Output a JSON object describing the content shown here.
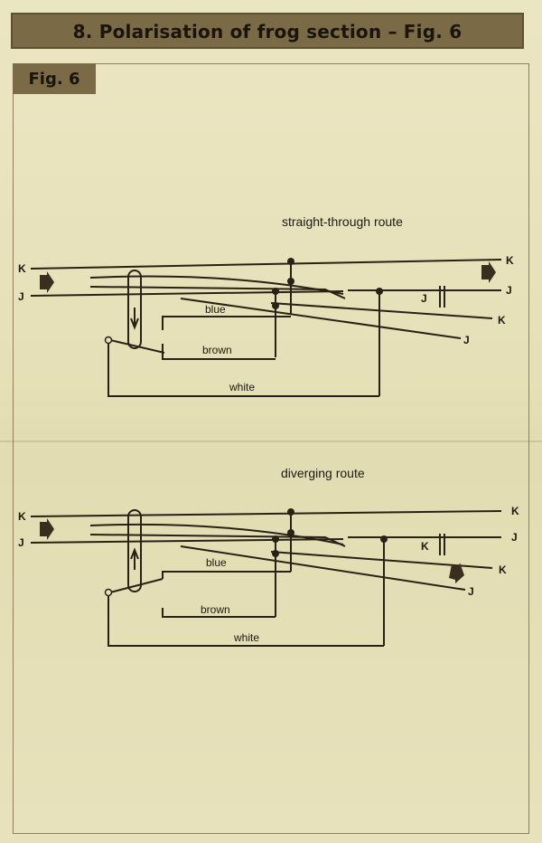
{
  "header": {
    "title": "8. Polarisation of frog section – Fig. 6"
  },
  "figure": {
    "tab_label": "Fig. 6"
  },
  "diagrams": [
    {
      "route_title": "straight-through route",
      "wires": {
        "blue": "blue",
        "brown": "brown",
        "white": "white"
      },
      "rails": {
        "left_k": "K",
        "left_j": "J",
        "right_k": "K",
        "right_j": "J",
        "div_k": "K",
        "div_j": "J",
        "frog": "J"
      }
    },
    {
      "route_title": "diverging route",
      "wires": {
        "blue": "blue",
        "brown": "brown",
        "white": "white"
      },
      "rails": {
        "left_k": "K",
        "left_j": "J",
        "right_k": "K",
        "right_j": "J",
        "div_k": "K",
        "div_j": "J",
        "frog": "K"
      }
    }
  ],
  "colors": {
    "ink": "#2a2116",
    "header_bg": "#7a6a45",
    "paper": "#e8e2bc"
  }
}
